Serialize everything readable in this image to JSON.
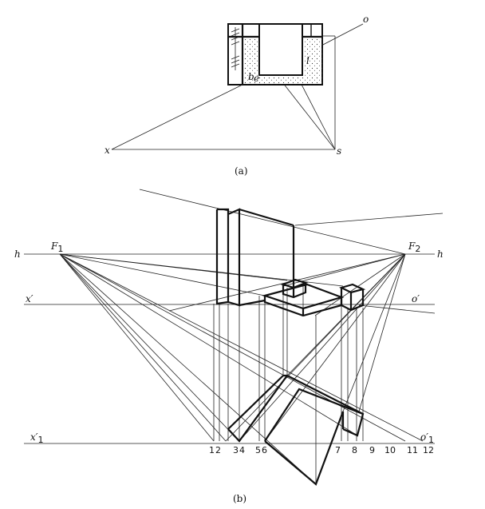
{
  "figure_a": {
    "caption": "(a)",
    "labels": {
      "o": "o",
      "x": "x",
      "s": "s",
      "b": "b",
      "e": "e",
      "l": "l"
    }
  },
  "figure_b": {
    "caption": "(b)",
    "labels": {
      "h_left": "h",
      "h_right": "h",
      "F1": "F",
      "F1_sub": "1",
      "F2": "F",
      "F2_sub": "2",
      "x_prime": "x′",
      "o_prime": "o′",
      "x1_prime": "x′",
      "x1_sub": "1",
      "o1_prime": "o′",
      "o1_sub": "1"
    },
    "ground_numbers": [
      "1",
      "2",
      "3",
      "4",
      "5",
      "6",
      "7",
      "8",
      "9",
      "10",
      "11",
      "12"
    ]
  }
}
